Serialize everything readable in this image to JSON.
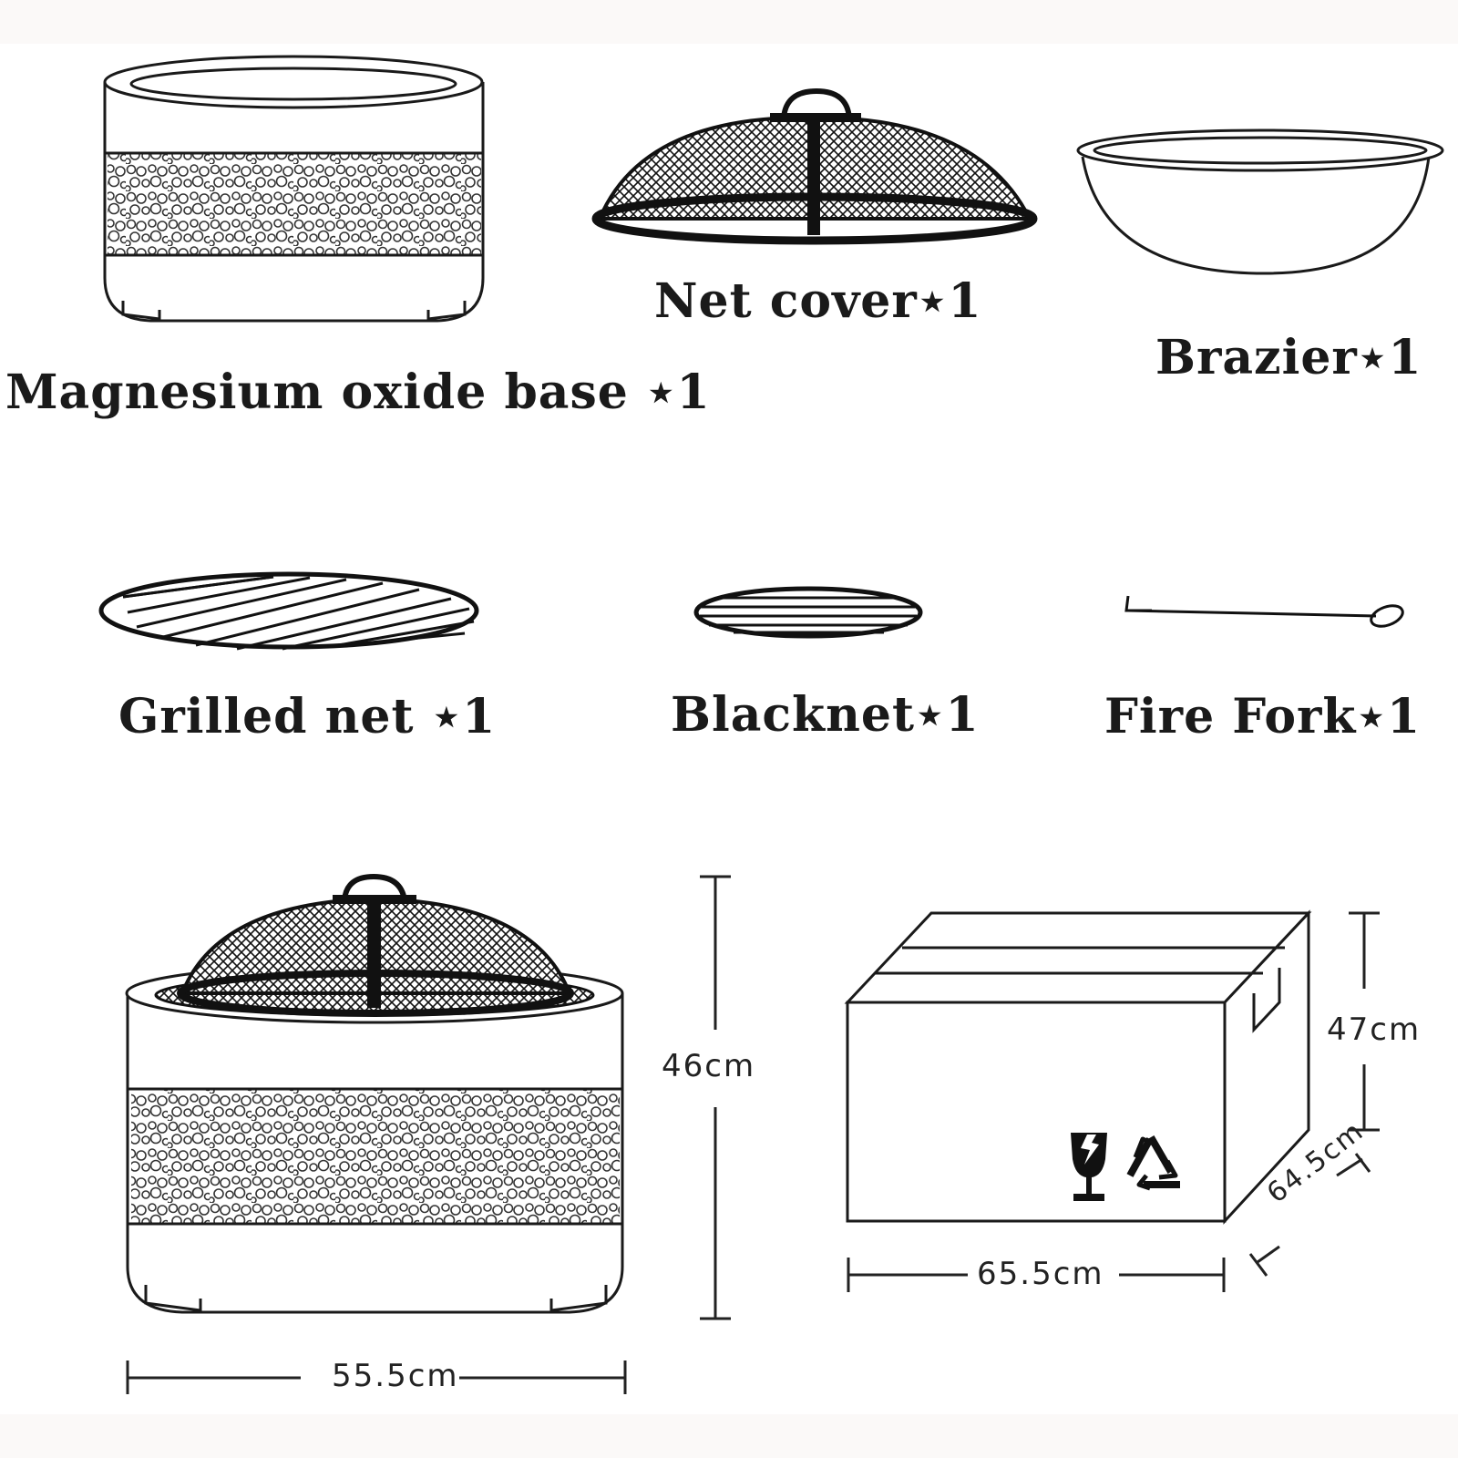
{
  "parts": {
    "base_label": "Magnesium oxide base ⋆1",
    "net_cover_label": "Net cover⋆1",
    "brazier_label": "Brazier⋆1",
    "grilled_net_label": "Grilled net ⋆1",
    "blacknet_label": "Blacknet⋆1",
    "fire_fork_label": "Fire Fork⋆1"
  },
  "dimensions": {
    "product_height": "46cm",
    "product_width": "55.5cm",
    "box_height": "47cm",
    "box_width": "65.5cm",
    "box_depth": "64.5cm"
  },
  "icons": {
    "fragile": "fragile-glass-icon",
    "recycle": "recycle-icon"
  },
  "colors": {
    "line": "#1a1a1a",
    "band": "#fbf9f8"
  }
}
